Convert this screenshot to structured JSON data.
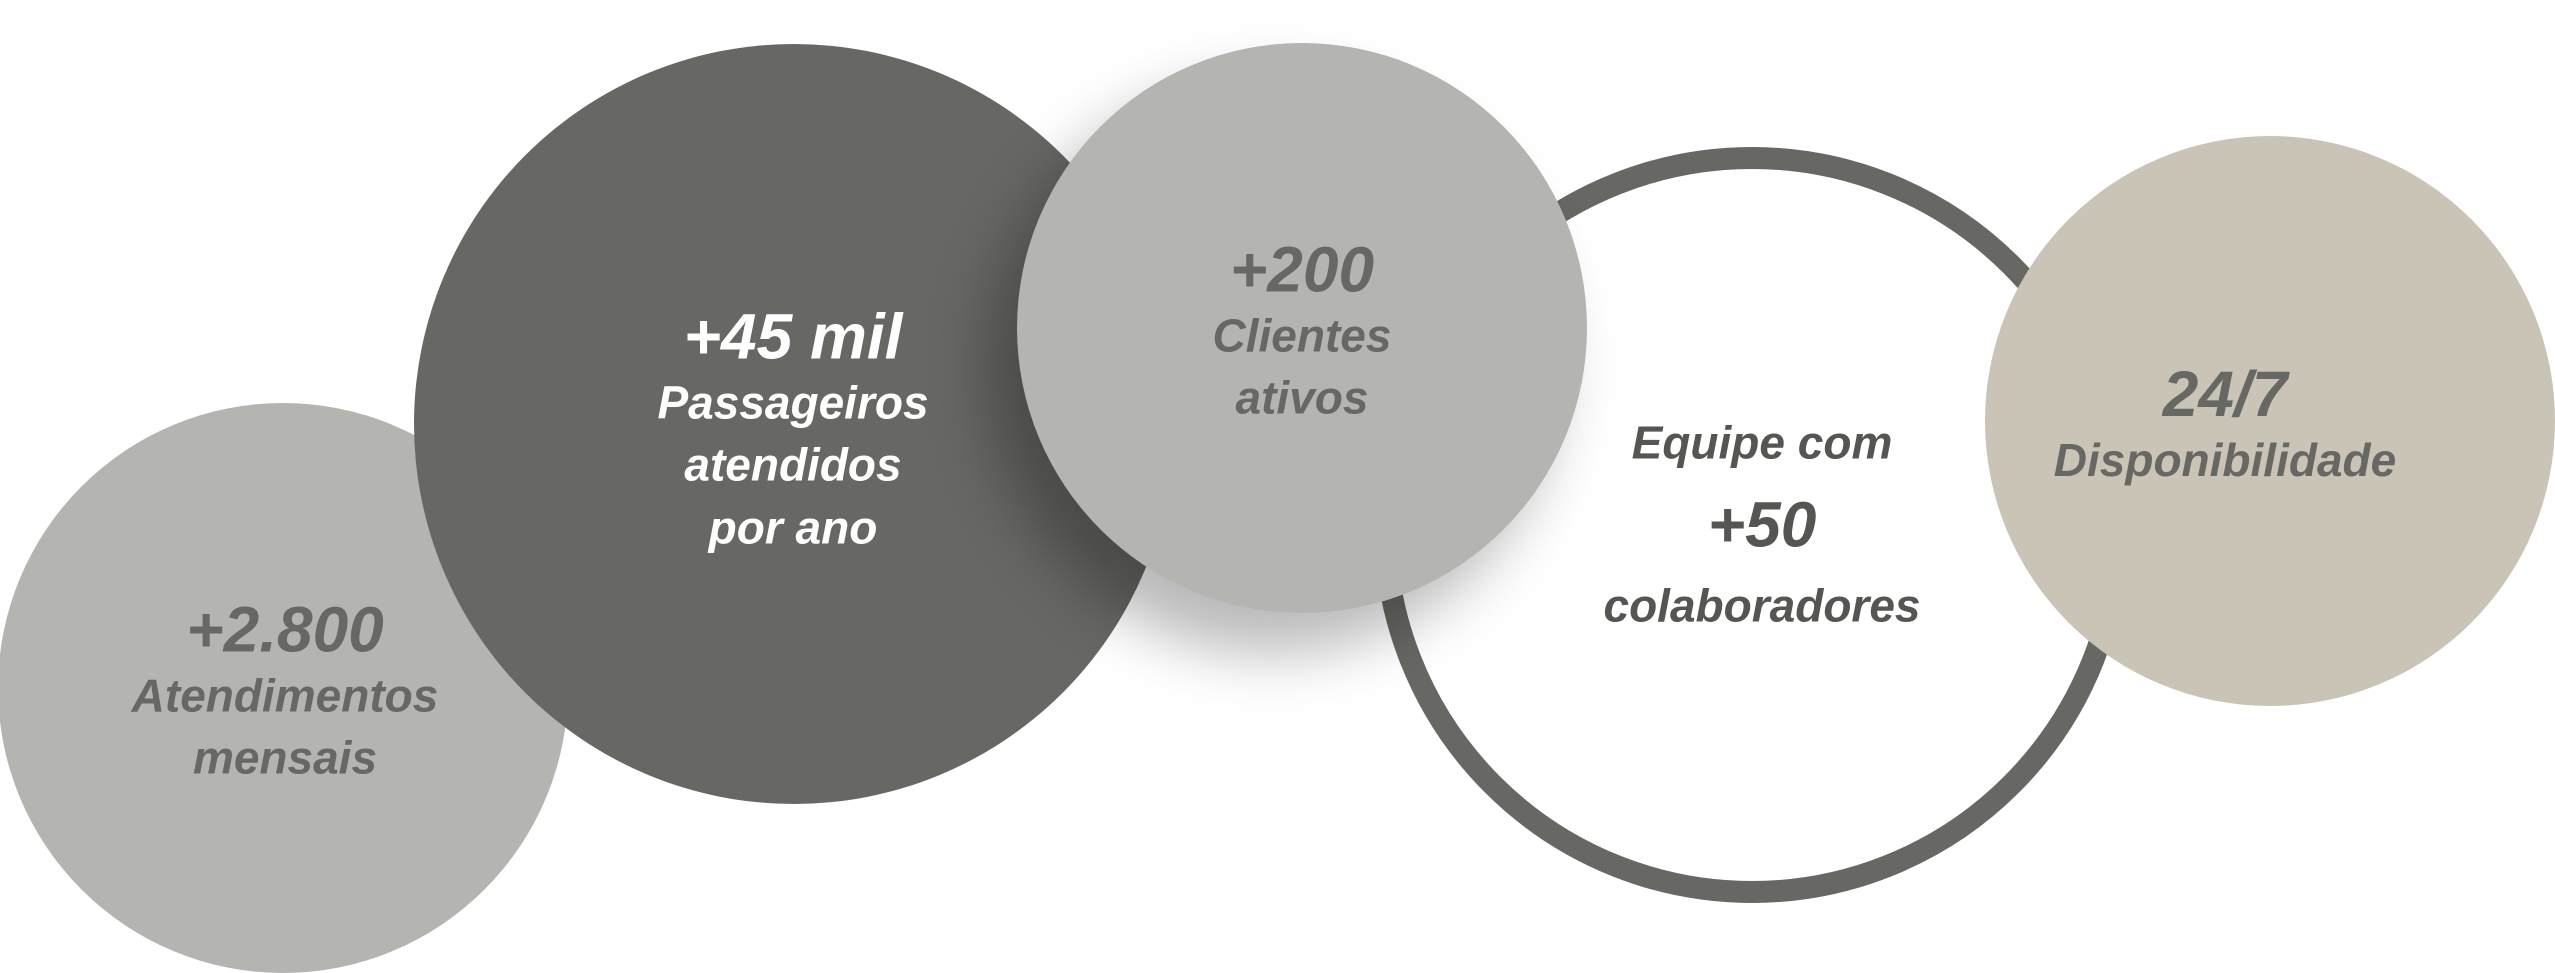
{
  "colors": {
    "dark": "#676763",
    "light": "#b4b5b0",
    "beige": "#cac4b6",
    "white": "#ffffff"
  },
  "stats": [
    {
      "value": "+2.800",
      "label": [
        "Atendimentos",
        "mensais"
      ]
    },
    {
      "value": "+45 mil",
      "label": [
        "Passageiros",
        "atendidos",
        "por ano"
      ]
    },
    {
      "value": "+200",
      "label": [
        "Clientes",
        "ativos"
      ]
    },
    {
      "prefix": "Equipe com",
      "value": "+50",
      "label": [
        "colaboradores"
      ]
    },
    {
      "value": "24/7",
      "label": [
        "Disponibilidade"
      ]
    }
  ]
}
